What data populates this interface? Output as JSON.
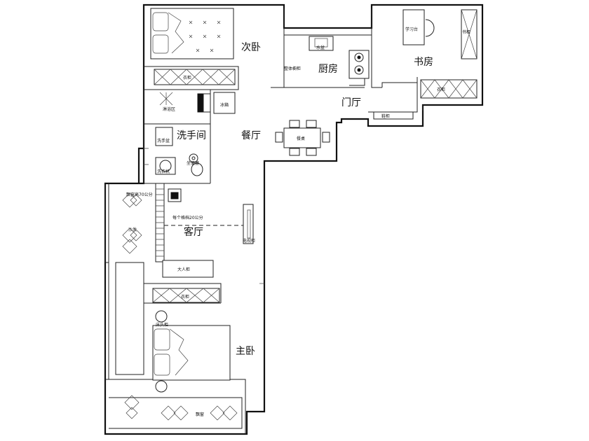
{
  "rooms": {
    "second_bedroom": "次卧",
    "kitchen": "厨房",
    "study": "书房",
    "foyer": "门厅",
    "bathroom": "洗手间",
    "dining": "餐厅",
    "living": "客厅",
    "master_bedroom": "主卧"
  },
  "labels": {
    "wardrobe": "衣柜",
    "sink": "水盆",
    "storage_cabinet": "整体橱柜",
    "desk": "学习台",
    "bookcase": "书柜",
    "shoe_cabinet": "鞋柜",
    "shower": "淋浴区",
    "fridge": "冰箱",
    "wash_basin": "洗手盆",
    "washer": "洗衣机",
    "toilet": "坐便器",
    "dining_table": "餐桌",
    "balcony_top": "飘窗高70公分",
    "balcony_mid": "沙发",
    "partition_note": "每个格档20公分",
    "tv_cabinet": "电视柜",
    "big_cabinet": "大人柜",
    "master_wardrobe": "衣柜",
    "bedside": "床头柜",
    "bay_window": "飘窗"
  }
}
